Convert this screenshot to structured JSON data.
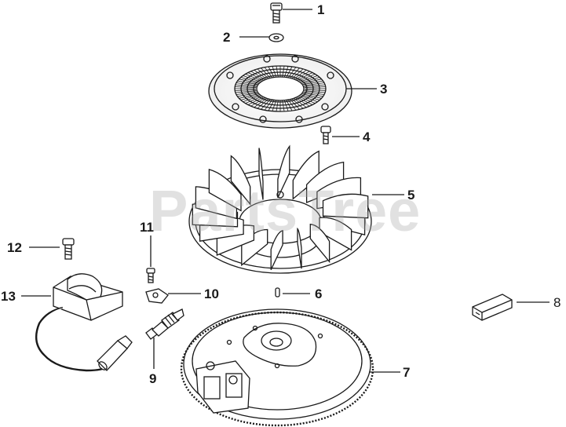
{
  "colors": {
    "ink": "#1a1a1a",
    "watermark": "#aaaaaa",
    "background": "#ffffff"
  },
  "watermark": {
    "text": "PartsTree"
  },
  "callouts": [
    {
      "id": "screw-top",
      "label": "1"
    },
    {
      "id": "washer",
      "label": "2"
    },
    {
      "id": "screen-grille",
      "label": "3"
    },
    {
      "id": "screw-small",
      "label": "4"
    },
    {
      "id": "fan",
      "label": "5"
    },
    {
      "id": "key",
      "label": "6"
    },
    {
      "id": "flywheel",
      "label": "7"
    },
    {
      "id": "connector",
      "label": "8"
    },
    {
      "id": "spark-plug",
      "label": "9"
    },
    {
      "id": "clip",
      "label": "10"
    },
    {
      "id": "screw-clip",
      "label": "11"
    },
    {
      "id": "screw-coil",
      "label": "12"
    },
    {
      "id": "ignition-coil",
      "label": "13"
    }
  ]
}
